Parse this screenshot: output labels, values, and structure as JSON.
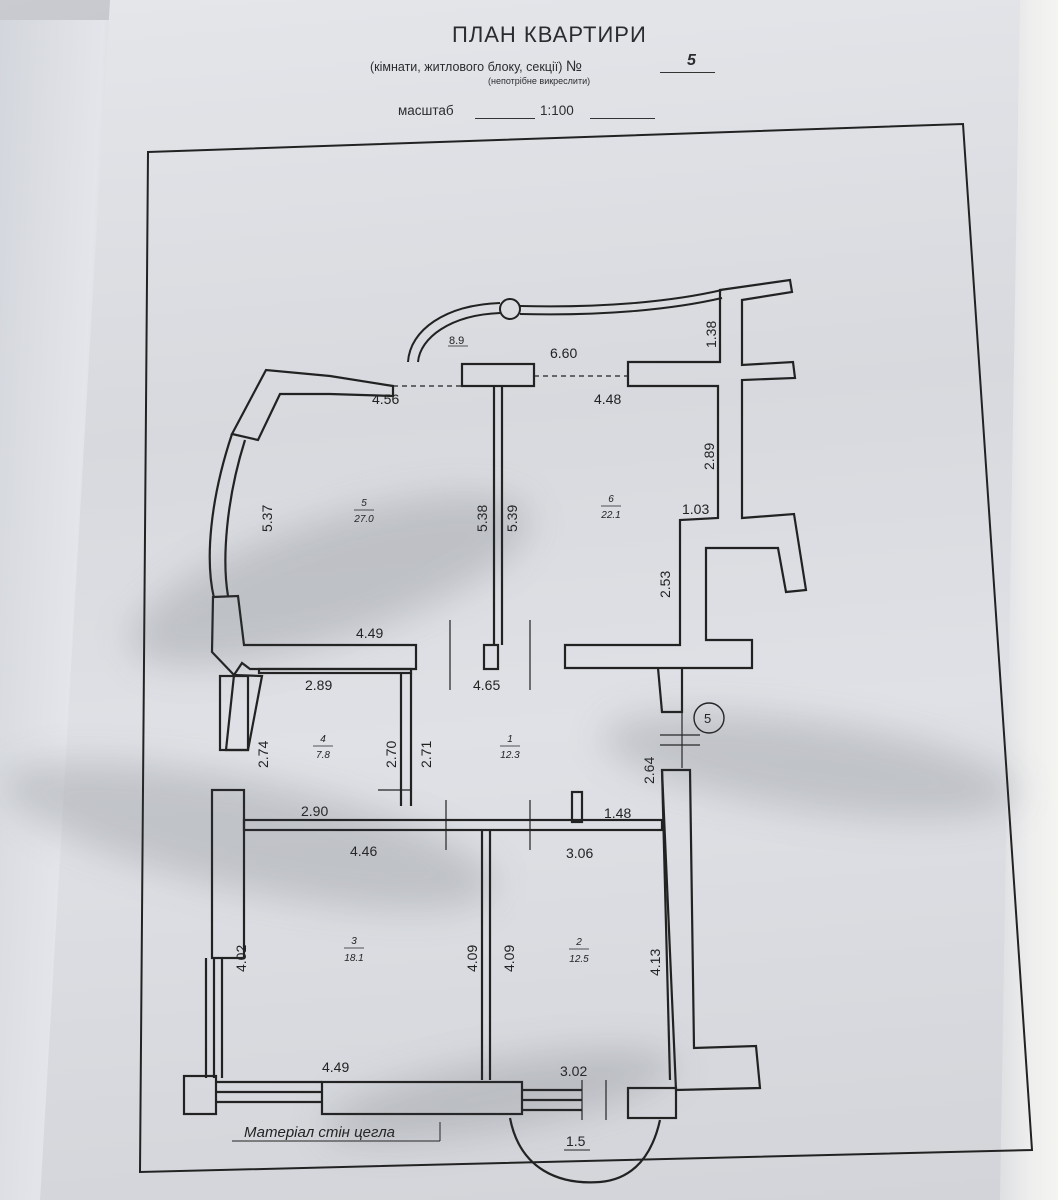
{
  "header": {
    "title": "ПЛАН КВАРТИРИ",
    "subtitle": "(кімнати, житлового блоку, секції)",
    "number_label": "№",
    "number_value": "5",
    "note": "(непотрібне викреслити)",
    "scale_label": "масштаб",
    "scale_value": "1:100"
  },
  "rooms": [
    {
      "id": "1",
      "area": "12.3"
    },
    {
      "id": "2",
      "area": "12.5"
    },
    {
      "id": "3",
      "area": "18.1"
    },
    {
      "id": "4",
      "area": "7.8"
    },
    {
      "id": "5",
      "area": "27.0"
    },
    {
      "id": "6",
      "area": "22.1"
    }
  ],
  "dimensions": {
    "balcony_area": "8.9",
    "balcony_span": "6.60",
    "d_1_38": "1.38",
    "d_4_56": "4.56",
    "d_4_48": "4.48",
    "d_2_89_right": "2.89",
    "d_5_37": "5.37",
    "d_5_38": "5.38",
    "d_5_39": "5.39",
    "d_1_03": "1.03",
    "d_2_53": "2.53",
    "d_4_49_top": "4.49",
    "d_2_89_left": "2.89",
    "d_4_65": "4.65",
    "d_2_74": "2.74",
    "d_2_70": "2.70",
    "d_2_71": "2.71",
    "d_2_64": "2.64",
    "d_2_90": "2.90",
    "d_1_48": "1.48",
    "d_4_46": "4.46",
    "d_3_06": "3.06",
    "d_4_02": "4.02",
    "d_4_09_a": "4.09",
    "d_4_09_b": "4.09",
    "d_4_13": "4.13",
    "d_4_49_bottom": "4.49",
    "d_3_02": "3.02",
    "d_1_5": "1.5"
  },
  "marker": "5",
  "material_note": "Матеріал стін цегла",
  "colors": {
    "ink": "#222222",
    "paper": "#dfe1e6"
  }
}
